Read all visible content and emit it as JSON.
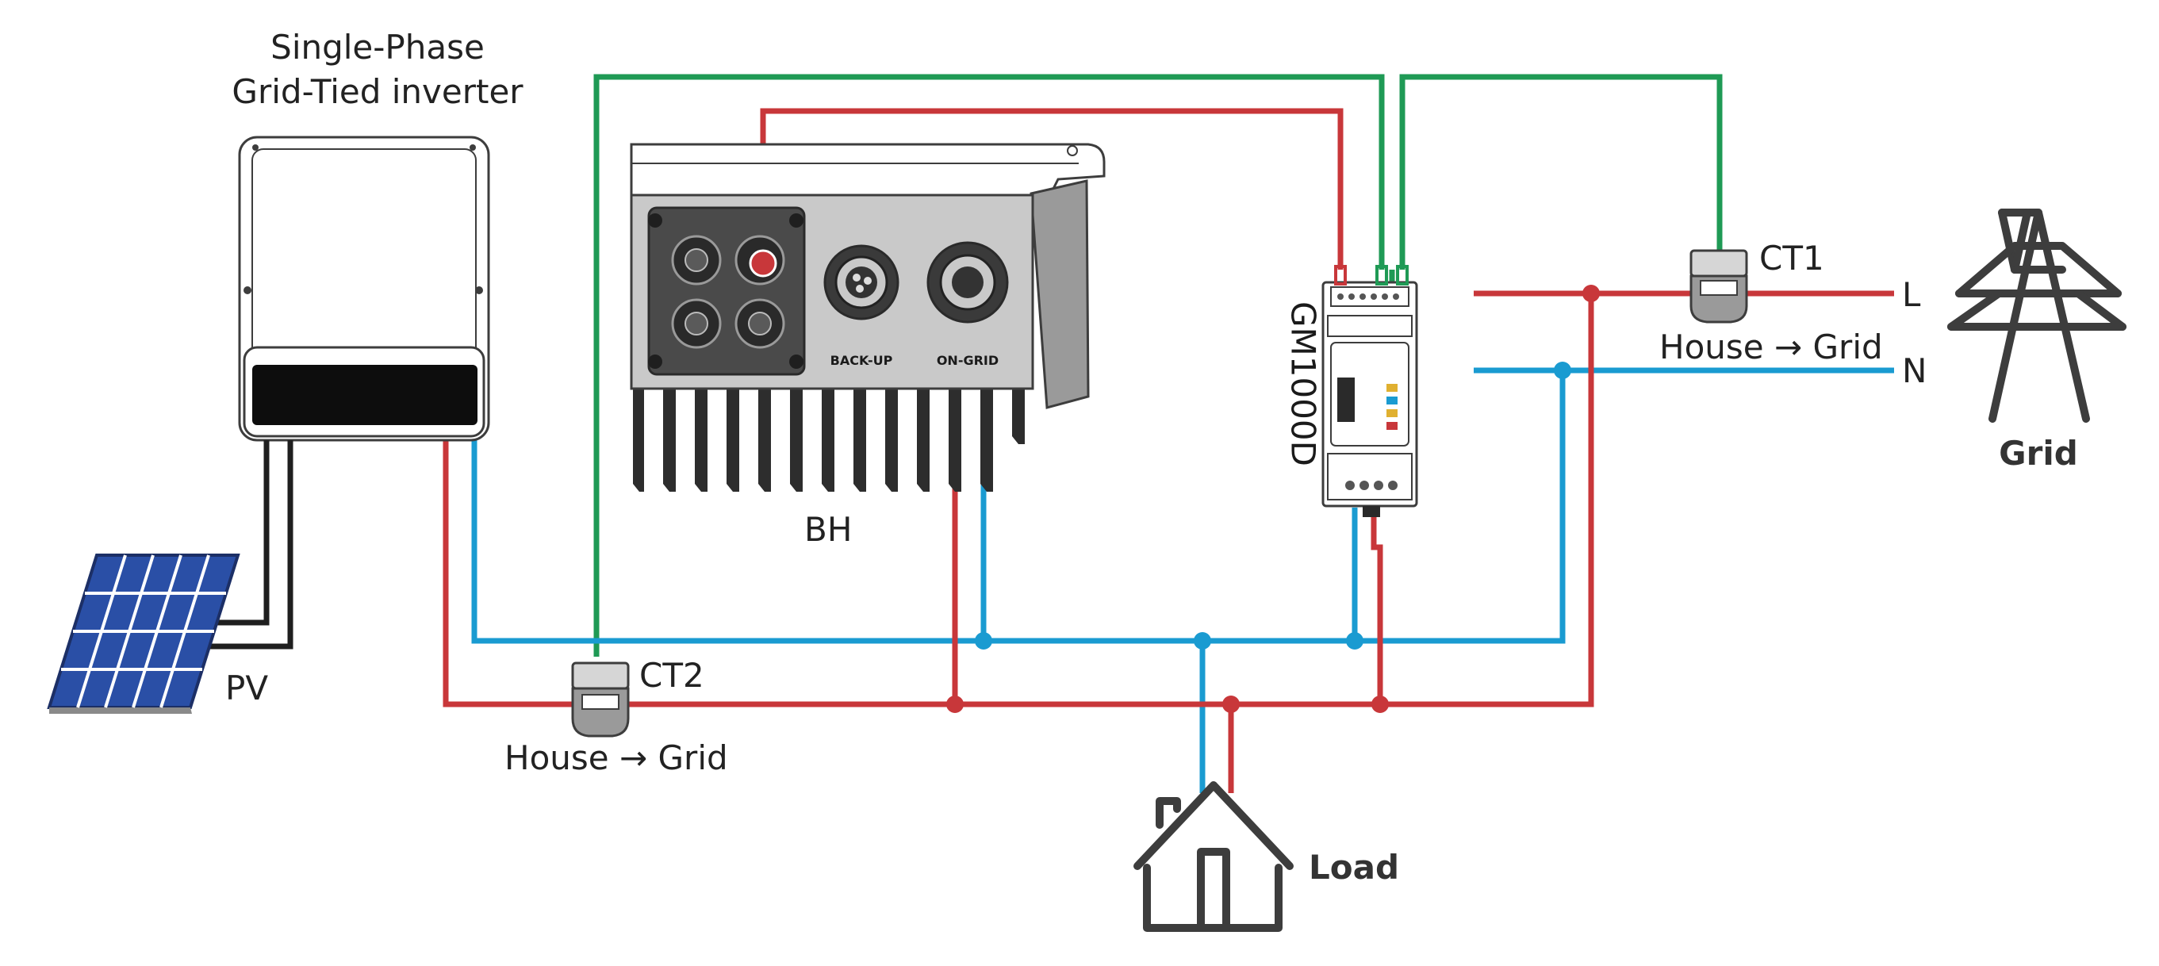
{
  "labels": {
    "inverter_line1": "Single-Phase",
    "inverter_line2": "Grid-Tied inverter",
    "pv": "PV",
    "bh": "BH",
    "ct1": "CT1",
    "ct2": "CT2",
    "ct1_direction": "House → Grid",
    "ct2_direction": "House → Grid",
    "meter": "GM1000D",
    "line_l": "L",
    "line_n": "N",
    "grid": "Grid",
    "load": "Load",
    "port_backup": "BACK-UP",
    "port_ongrid": "ON-GRID"
  },
  "colors": {
    "live": "#c8373a",
    "neutral": "#1a9bd1",
    "comm": "#1f9a55",
    "pv_cable": "#1f1f1f",
    "device_outline": "#3d3d3d",
    "inverter_body": "#c9c9c9",
    "heatsink": "#2d2d2d",
    "solar_panel": "#2a4fa6"
  },
  "icons": [
    "solar-panel-icon",
    "transmission-tower-icon",
    "house-icon",
    "ct-clamp-icon",
    "smart-meter-icon"
  ]
}
